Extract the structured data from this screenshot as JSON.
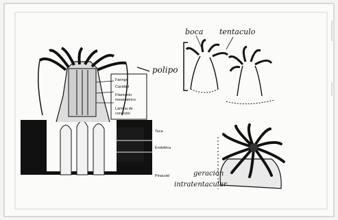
{
  "labels": {
    "boca": "boca",
    "tentaculo": "tentaculo",
    "polipo": "polipo",
    "intra1": "geración",
    "intra2": "intratentacular",
    "small1": "Faringe",
    "small2": "Cavidad",
    "small3": "Filamento",
    "small4": "mesentérico",
    "small5": "Lámina de",
    "small6": "conexión",
    "small7": "Teca",
    "small8": "Endotéca",
    "small9": "Pinacoid"
  },
  "colors": {
    "ink": "#111111",
    "paper": "#f4f4f2",
    "frame": "#d0d0cc"
  }
}
